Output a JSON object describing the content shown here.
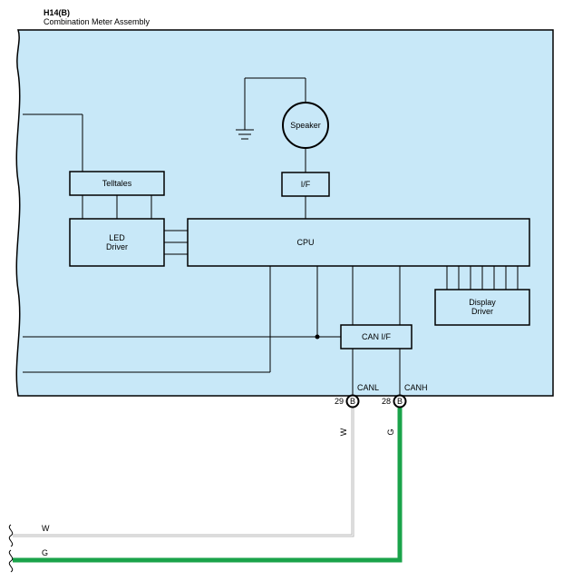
{
  "header": {
    "code": "H14(B)",
    "title": "Combination Meter Assembly"
  },
  "blocks": {
    "speaker": "Speaker",
    "if": "I/F",
    "telltales": "Telltales",
    "led_driver_line1": "LED",
    "led_driver_line2": "Driver",
    "cpu": "CPU",
    "display_driver_line1": "Display",
    "display_driver_line2": "Driver",
    "can_if": "CAN I/F"
  },
  "pins": {
    "canl_label": "CANL",
    "canh_label": "CANH",
    "pin29": "29",
    "pin28": "28",
    "connector_letter": "B"
  },
  "wires": {
    "white_code": "W",
    "green_code": "G",
    "white_color": "#b8b8b8",
    "green_color": "#1aa34a"
  },
  "colors": {
    "panel_fill": "#c8e8f8",
    "outline": "#000000"
  }
}
